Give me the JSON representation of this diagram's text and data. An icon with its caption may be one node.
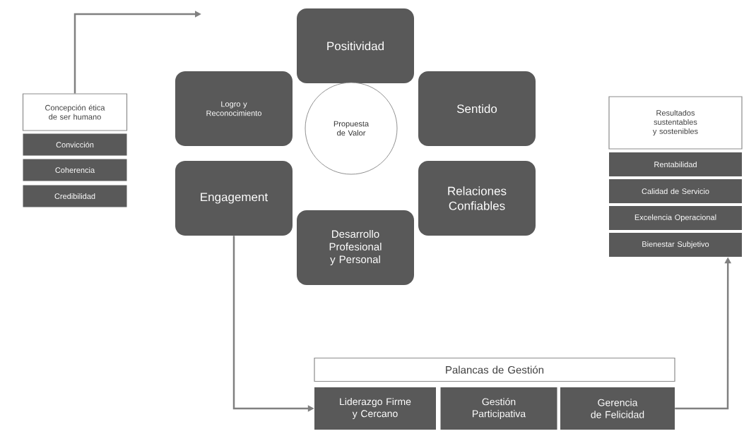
{
  "diagram": {
    "nodes": [
      {
        "text": [
          "Concepción ética de ser humano"
        ]
      },
      {
        "text": [
          "Convicción"
        ]
      },
      {
        "text": [
          "Coherencia"
        ]
      },
      {
        "text": [
          "Credibilidad"
        ]
      },
      {
        "text": [
          "Positividad"
        ]
      },
      {
        "text": [
          "Logro y Reconocimiento"
        ]
      },
      {
        "text": [
          "Sentido"
        ]
      },
      {
        "text": [
          "Propuesta de Valor"
        ]
      },
      {
        "text": [
          "Engagement"
        ]
      },
      {
        "text": [
          "Relaciones Confiables"
        ]
      },
      {
        "text": [
          "Desarrollo Profesional y Personal"
        ]
      },
      {
        "text": [
          "Resultados sustentables y sostenibles"
        ]
      },
      {
        "text": [
          "Rentabilidad"
        ]
      },
      {
        "text": [
          "Calidad de Servicio"
        ]
      },
      {
        "text": [
          "Excelencia Operacional"
        ]
      },
      {
        "text": [
          "Bienestar Subjetivo"
        ]
      },
      {
        "text": [
          "Palancas de Gestión"
        ]
      },
      {
        "text": [
          "Liderazgo Firme y Cercano"
        ]
      },
      {
        "text": [
          "Gestión Participativa"
        ]
      },
      {
        "text": [
          "Gerencia de Felicidad"
        ]
      }
    ],
    "edges": [
      {
        "from": 0,
        "to": null,
        "arrow": "to"
      },
      {
        "from": 8,
        "to": 17,
        "arrow": "to"
      },
      {
        "from": 19,
        "to": 15,
        "arrow": "to"
      }
    ]
  }
}
